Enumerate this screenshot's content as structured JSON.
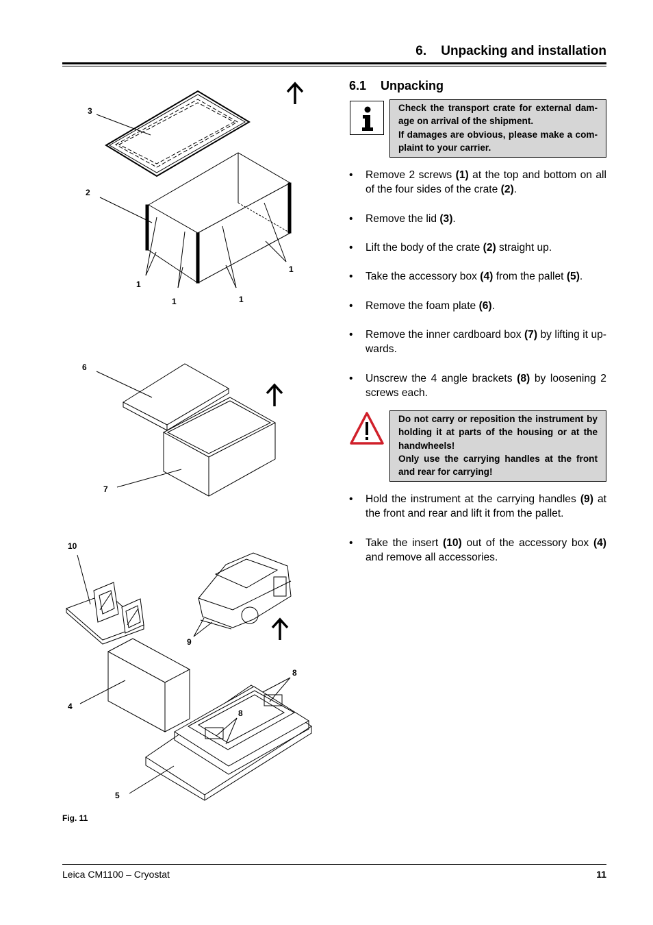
{
  "header": {
    "title": "6.    Unpacking and installation"
  },
  "section": {
    "number": "6.1",
    "title": "Unpacking"
  },
  "info_note": {
    "line1": "Check the transport crate for external dam-age on arrival of the shipment.",
    "line2": "If damages are obvious, please make a com-plaint to your carrier."
  },
  "steps_a": [
    {
      "pre": "Remove 2 screws ",
      "b1": "(1)",
      "mid": " at the top and bottom on all of the four sides of the crate ",
      "b2": "(2)",
      "post": "."
    },
    {
      "pre": "Remove the lid ",
      "b1": "(3)",
      "mid": ".",
      "b2": "",
      "post": ""
    },
    {
      "pre": "Lift the body of the crate ",
      "b1": "(2)",
      "mid": " straight up.",
      "b2": "",
      "post": ""
    },
    {
      "pre": "Take the accessory box ",
      "b1": "(4)",
      "mid": " from the pallet ",
      "b2": "(5)",
      "post": "."
    },
    {
      "pre": "Remove the foam plate ",
      "b1": "(6)",
      "mid": ".",
      "b2": "",
      "post": ""
    },
    {
      "pre": "Remove the inner cardboard box ",
      "b1": "(7)",
      "mid": " by lifting it up-wards.",
      "b2": "",
      "post": ""
    },
    {
      "pre": "Unscrew the 4 angle brackets ",
      "b1": "(8)",
      "mid": " by loosening 2 screws each.",
      "b2": "",
      "post": ""
    }
  ],
  "warning_note": {
    "line1": "Do not carry or reposition the instrument by holding it at parts of the housing or at the handwheels!",
    "line2": "Only use the carrying handles at the front and rear for carrying!"
  },
  "steps_b": [
    {
      "pre": "Hold the instrument at the carrying handles ",
      "b1": "(9)",
      "mid": " at the front and rear and lift it from the pallet.",
      "b2": "",
      "post": ""
    },
    {
      "pre": "Take the insert ",
      "b1": "(10)",
      "mid": " out of the accessory box ",
      "b2": "(4)",
      "post": " and remove all accessories."
    }
  ],
  "bullet_char": "•",
  "callouts": [
    "3",
    "2",
    "1",
    "1",
    "1",
    "1",
    "6",
    "7",
    "10",
    "9",
    "8",
    "8",
    "4",
    "5"
  ],
  "figure_label": "Fig. 11",
  "footer": {
    "left": "Leica CM1100 – Cryostat",
    "page": "11"
  },
  "icons": {
    "info": "info-icon",
    "warning": "warning-icon",
    "arrow": "arrow-up-icon"
  },
  "colors": {
    "note_bg": "#d6d6d6",
    "warning_red": "#d0202a"
  }
}
